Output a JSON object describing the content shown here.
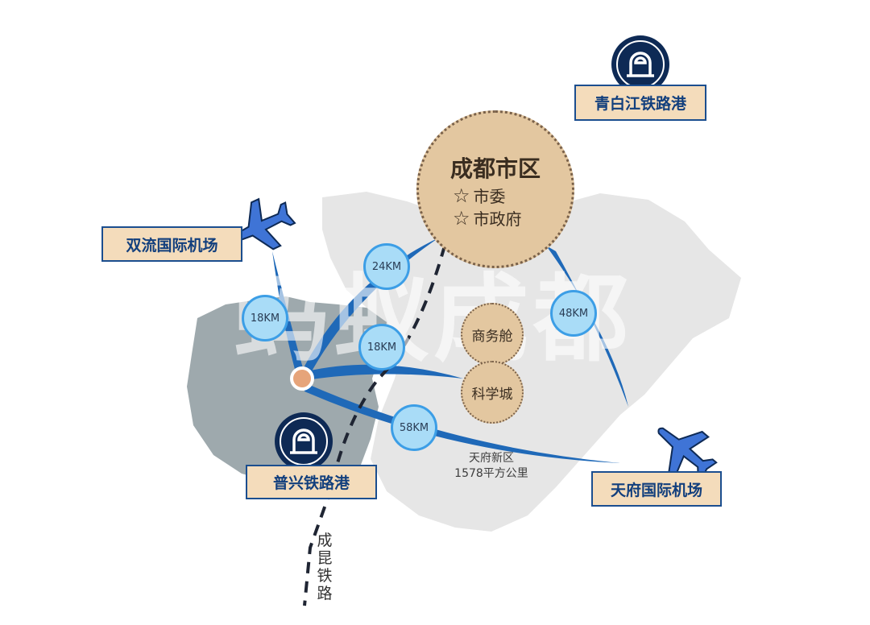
{
  "colors": {
    "label_fill": "#f4dcbb",
    "label_border": "#1b4e8f",
    "label_text": "#123f7d",
    "distance_fill": "#a9dcf7",
    "distance_border": "#3c9ee6",
    "zone_fill": "#e3c7a0",
    "route_blue": "#1f69b8",
    "region_dark": "#9ea9ad",
    "region_light": "#e6e6e6",
    "icon_navy": "#0e2a55"
  },
  "watermark": "蚂蚁成都",
  "city_center": {
    "title": "成都市区",
    "items": [
      "市委",
      "市政府"
    ]
  },
  "labels": {
    "qingbaijiang": "青白江铁路港",
    "shuangliu": "双流国际机场",
    "puxing": "普兴铁路港",
    "tianfu_airport": "天府国际机场"
  },
  "distances": {
    "to_city": "24KM",
    "to_shuangliu": "18KM",
    "to_science_city": "18KM",
    "to_tianfu_airport": "58KM",
    "city_to_tianfu_airport": "48KM"
  },
  "zones": {
    "business_cabin": "商务舱",
    "science_city": "科学城"
  },
  "tianfu_new_area": {
    "name": "天府新区",
    "area": "1578平方公里"
  },
  "railway": [
    "成",
    "昆",
    "铁",
    "路"
  ],
  "icons": {
    "rail_port": "railway-logo-icon",
    "airport": "airplane-icon",
    "star": "star-icon"
  }
}
